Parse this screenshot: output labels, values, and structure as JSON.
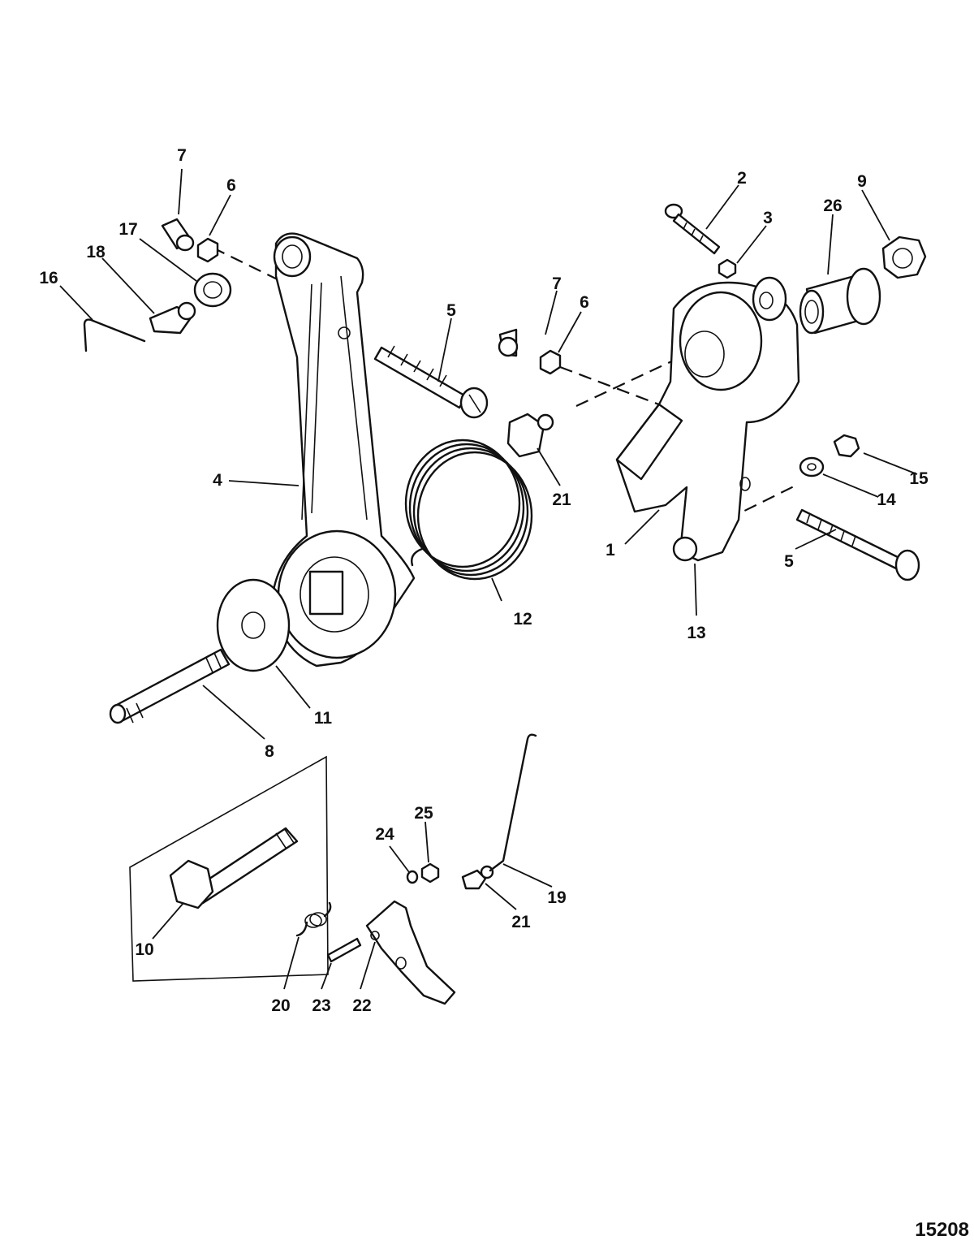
{
  "figure_number": "15208",
  "callouts": {
    "c1": "1",
    "c2": "2",
    "c3": "3",
    "c4": "4",
    "c5a": "5",
    "c5b": "5",
    "c6a": "6",
    "c6b": "6",
    "c7a": "7",
    "c7b": "7",
    "c8": "8",
    "c9": "9",
    "c10": "10",
    "c11": "11",
    "c12": "12",
    "c13": "13",
    "c14": "14",
    "c15": "15",
    "c16": "16",
    "c17": "17",
    "c18": "18",
    "c19": "19",
    "c20": "20",
    "c21a": "21",
    "c21b": "21",
    "c22": "22",
    "c23": "23",
    "c24": "24",
    "c25": "25",
    "c26": "26"
  }
}
